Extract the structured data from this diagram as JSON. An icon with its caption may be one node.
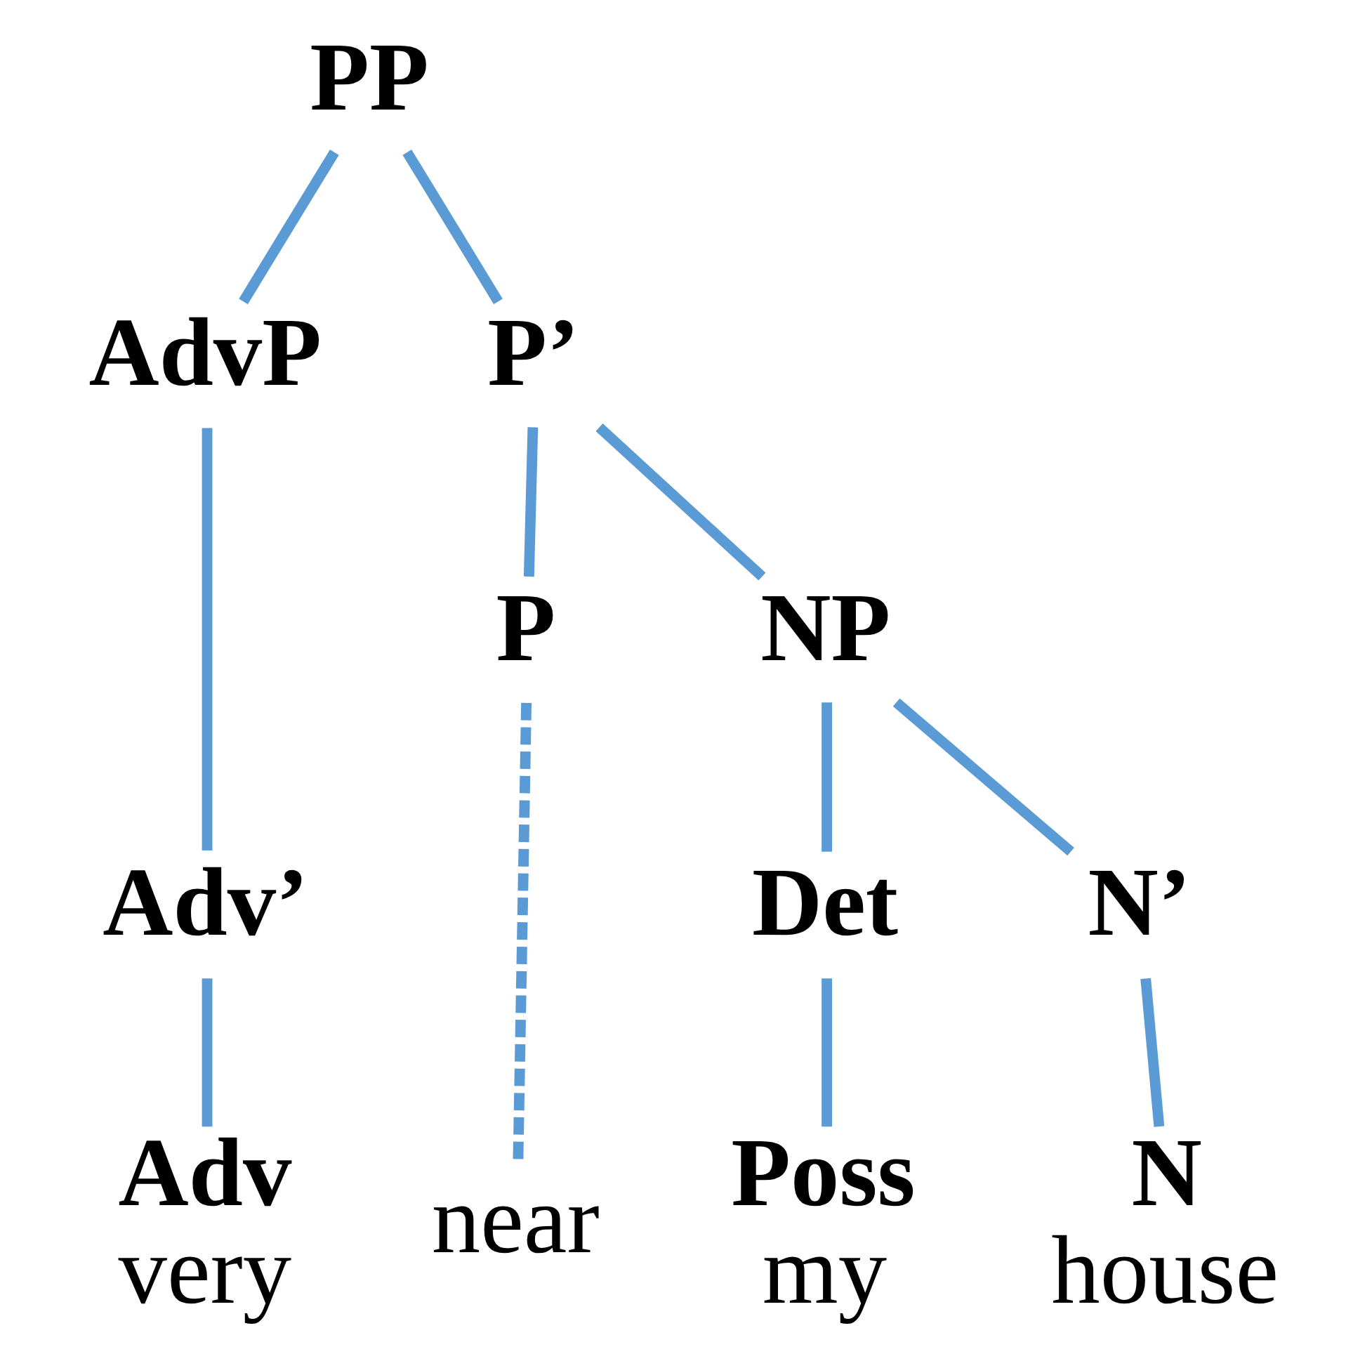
{
  "diagram": {
    "nodes": [
      {
        "text": [
          "PP"
        ]
      },
      {
        "text": [
          "AdvP"
        ]
      },
      {
        "text": [
          "P’"
        ]
      },
      {
        "text": [
          "P"
        ]
      },
      {
        "text": [
          "NP"
        ]
      },
      {
        "text": [
          "Adv’"
        ]
      },
      {
        "text": [
          "Det"
        ]
      },
      {
        "text": [
          "N’"
        ]
      },
      {
        "text": [
          "Adv",
          "very"
        ]
      },
      {
        "text": [
          "near"
        ]
      },
      {
        "text": [
          "Poss",
          "my"
        ]
      },
      {
        "text": [
          "N",
          "house"
        ]
      }
    ],
    "edges": [
      {
        "from": 0,
        "to": 1,
        "arrow": "none"
      },
      {
        "from": 0,
        "to": 2,
        "arrow": "none"
      },
      {
        "from": 1,
        "to": 5,
        "arrow": "none"
      },
      {
        "from": 2,
        "to": 3,
        "arrow": "none"
      },
      {
        "from": 2,
        "to": 4,
        "arrow": "none"
      },
      {
        "from": 3,
        "to": 9,
        "arrow": "none",
        "style": "dashed"
      },
      {
        "from": 4,
        "to": 6,
        "arrow": "none"
      },
      {
        "from": 4,
        "to": 7,
        "arrow": "none"
      },
      {
        "from": 5,
        "to": 8,
        "arrow": "none"
      },
      {
        "from": 6,
        "to": 10,
        "arrow": "none"
      },
      {
        "from": 7,
        "to": 11,
        "arrow": "none"
      }
    ]
  }
}
